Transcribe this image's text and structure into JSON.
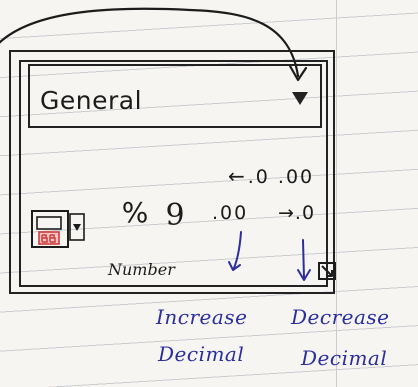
{
  "number_group": {
    "label": "Number",
    "format_dropdown": {
      "value": "General"
    },
    "percent_symbol": "%",
    "comma_symbol": "9",
    "increase_decimal": {
      "arrow": "←",
      "digits": ".0 .00"
    },
    "decimal_two": ".00",
    "decrease_decimal": {
      "arrow": "→",
      "digits": ".0"
    }
  },
  "annotations": {
    "increase_line1": "Increase",
    "increase_line2": "Decimal",
    "decrease_line1": "Decrease",
    "decrease_line2": "Decimal"
  },
  "icons": [
    "accounting-format-icon",
    "dialog-launcher-icon",
    "dropdown-arrow-icon",
    "curved-arrow-icon"
  ],
  "colors": {
    "ink": "#1c1c1c",
    "blue_ink": "#2b2f9e",
    "accent_red": "#d23a3a",
    "paper": "#f6f5f1"
  }
}
